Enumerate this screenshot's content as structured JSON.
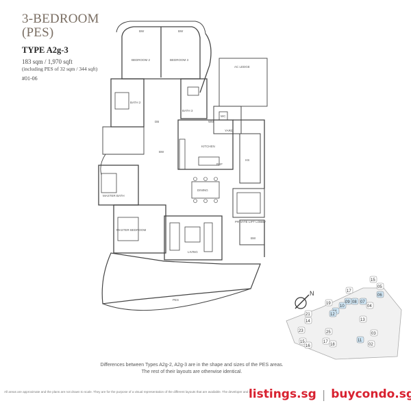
{
  "header": {
    "title_line1": "3-BEDROOM",
    "title_line2": "(PES)",
    "type_label": "TYPE A2g-3",
    "area": "183 sqm / 1,970 sqft",
    "pes_note": "(including PES of 32 sqm / 344 sqft)",
    "unit_number": "#01-06"
  },
  "rooms": {
    "bedroom2": "BEDROOM 2",
    "bedroom3": "BEDROOM 3",
    "bath2": "BATH 2",
    "bath3": "BATH 3",
    "kitchen": "KITCHEN",
    "dining": "DINING",
    "living": "LIVING",
    "master_bath": "MASTER BATH",
    "master_bedroom": "MASTER BEDROOM",
    "yard": "YARD",
    "wc": "WC",
    "ac_ledge": "AC LEDGE",
    "private_lift_lobby": "PRIVATE LIFT LOBBY",
    "pes": "PES",
    "bw": "BW",
    "hs": "HS",
    "db": "DB",
    "wm": "WM",
    "ref": "REF"
  },
  "compass": {
    "label": "N"
  },
  "site_plan": {
    "blocks": [
      "15",
      "05",
      "06",
      "17",
      "09",
      "08",
      "07",
      "10",
      "11",
      "19",
      "12",
      "04",
      "21",
      "13",
      "14",
      "03",
      "23",
      "25",
      "11",
      "02",
      "15",
      "16",
      "17",
      "18"
    ],
    "highlighted": [
      "06",
      "07",
      "08",
      "09",
      "10",
      "11",
      "12"
    ]
  },
  "notes": {
    "line1": "Differences between Types A2g-2, A2g-3 are in the shape and sizes of the PES areas.",
    "line2": "The rest of their layouts are otherwise identical.",
    "disclaimer": "All areas are approximate and the plans are not drawn to scale. They are for the purpose of a visual representation of the different layouts that are available. The developer and its agents"
  },
  "branding": {
    "site1": "listings.sg",
    "separator": "|",
    "site2": "buycondo.sg",
    "color": "#d8212f"
  }
}
